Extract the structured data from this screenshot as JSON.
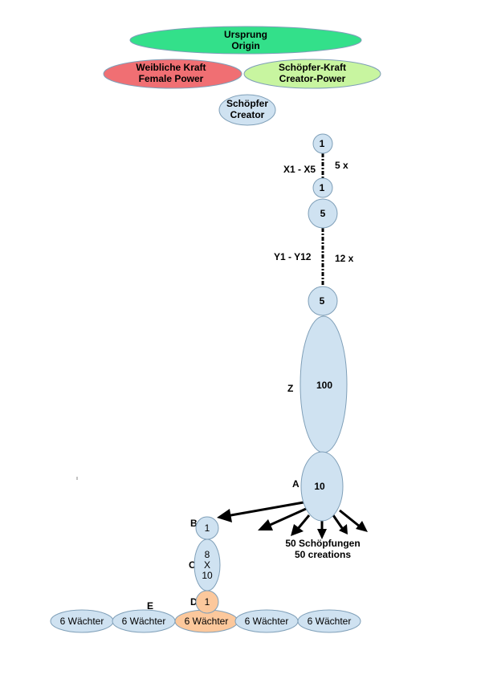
{
  "colors": {
    "origin": "#33e08a",
    "female": "#f06f73",
    "creator_power": "#c8f5a0",
    "node": "#cfe2f1",
    "orange": "#fcc89c",
    "stroke": "#7f9fb8"
  },
  "top": {
    "origin": [
      "Ursprung",
      "Origin"
    ],
    "female": [
      "Weibliche Kraft",
      "Female Power"
    ],
    "creator_power": [
      "Schöpfer-Kraft",
      "Creator-Power"
    ],
    "creator": [
      "Schöpfer",
      "Creator"
    ]
  },
  "chain": {
    "n1_top": "1",
    "x_label": "X1 - X5",
    "x_count": "5 x",
    "n1_bottom": "1",
    "n5_top": "5",
    "y_label": "Y1 - Y12",
    "y_count": "12 x",
    "n5_bottom": "5",
    "z_label": "Z",
    "n100": "100",
    "a_label": "A",
    "n10": "10"
  },
  "creations": [
    "50 Schöpfungen",
    "50 creations"
  ],
  "branch": {
    "b_label": "B",
    "b_value": "1",
    "c_label": "C",
    "c_lines": [
      "8",
      "X",
      "10"
    ],
    "d_label": "D",
    "d_value": "1",
    "e_label": "E"
  },
  "guardians": [
    "6 Wächter",
    "6 Wächter",
    "6 Wächter",
    "6 Wächter",
    "6 Wächter"
  ]
}
